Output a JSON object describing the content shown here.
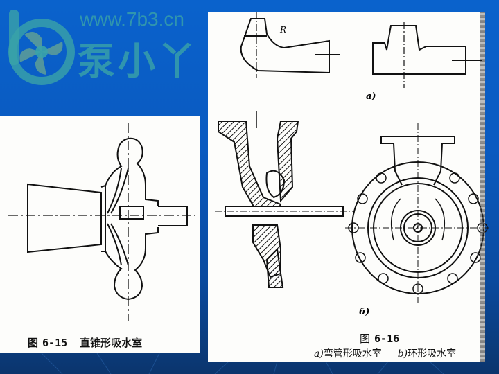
{
  "watermark": {
    "url": "www.7b3.cn",
    "brand": "泵小丫",
    "logo_icon": "pump-impeller-logo-icon",
    "color": "#3aa3a8"
  },
  "figure_left": {
    "label": "图",
    "number": "6-15",
    "title": "直锥形吸水室",
    "description": "straight conical suction chamber with impeller cross-section"
  },
  "figure_right": {
    "label": "图",
    "number": "6-16",
    "sub_a_marker": "a)",
    "sub_b_marker": "б)",
    "caption_a_marker": "a)",
    "caption_a_text": "弯管形吸水室",
    "caption_b_marker": "b)",
    "caption_b_text": "环形吸水室",
    "radius_label": "R"
  },
  "colors": {
    "background_top": "#0a62cc",
    "background_bottom": "#0b356d",
    "panel": "#fdfdfb",
    "ink": "#111111"
  }
}
